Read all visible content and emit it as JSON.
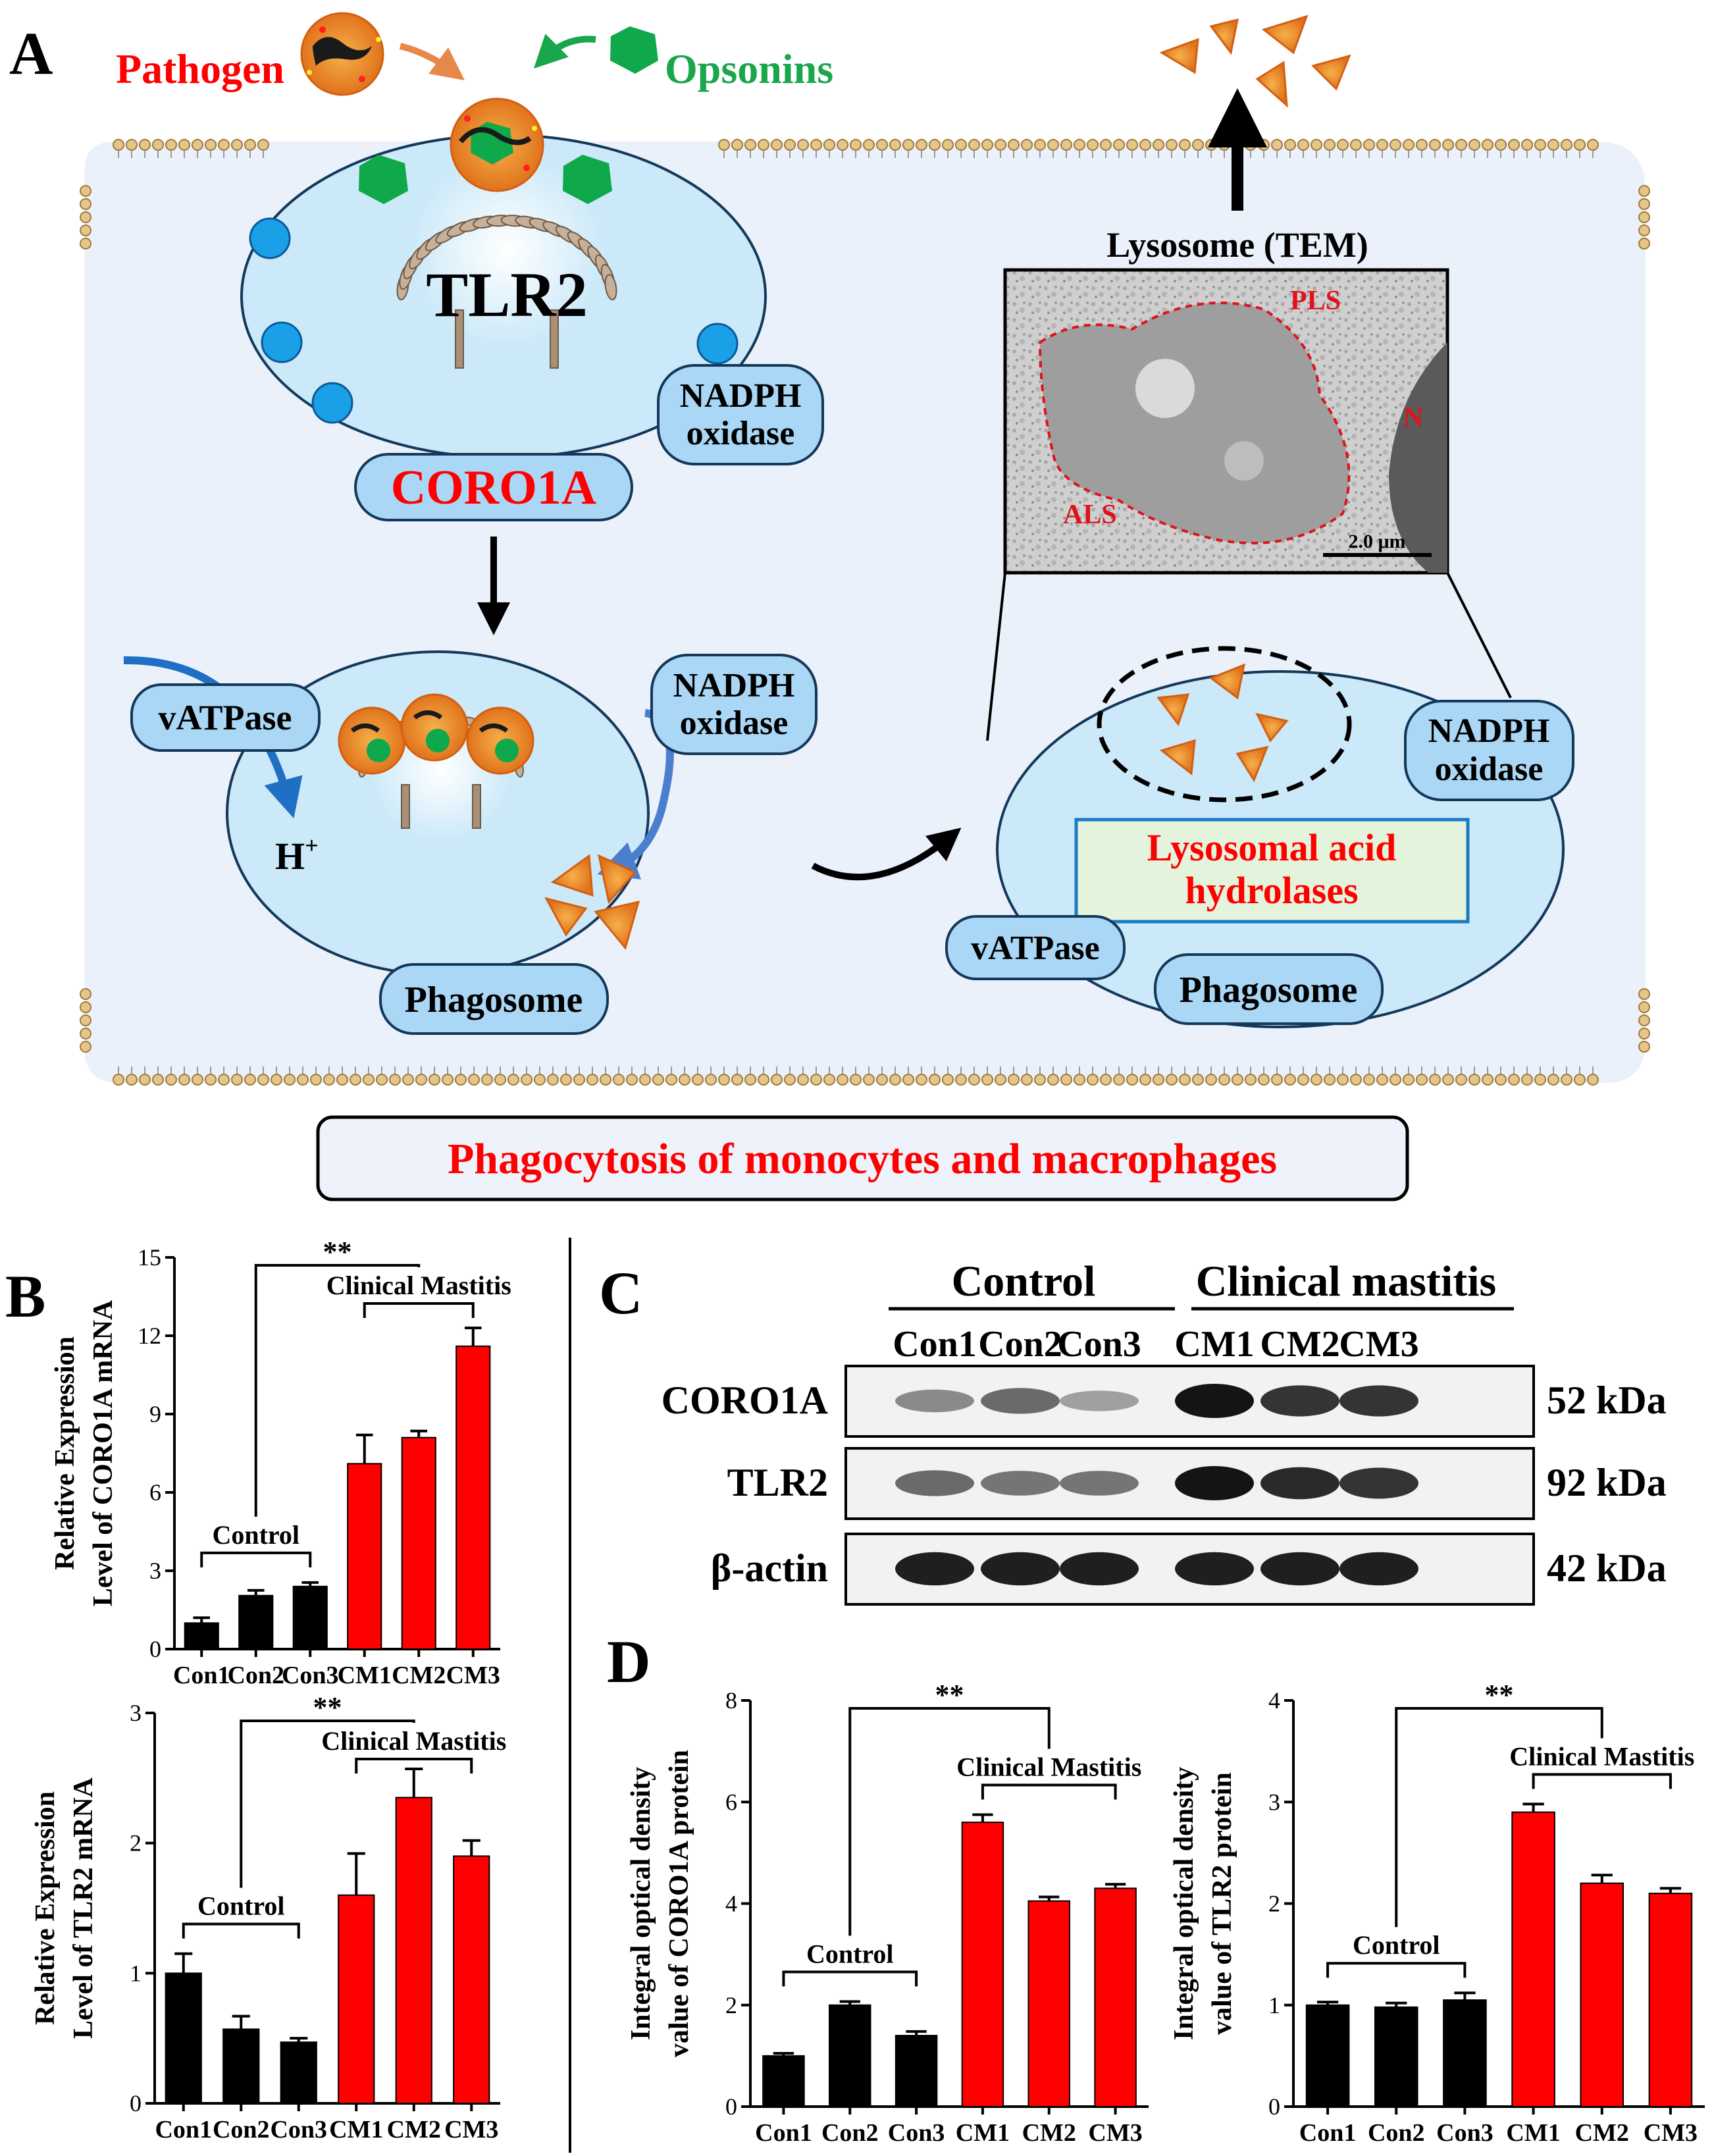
{
  "panelA": {
    "letter": "A",
    "pathogen": "Pathogen",
    "opsonins": "Opsonins",
    "tlr2": "TLR2",
    "nadph": [
      "NADPH",
      "oxidase"
    ],
    "coro1a": "CORO1A",
    "vatpase": "vATPase",
    "h_plus": "H",
    "h_sup": "+",
    "phagosome": "Phagosome",
    "lysosome_tem": "Lysosome (TEM)",
    "tem_labels": {
      "pls": "PLS",
      "n": "N",
      "als": "ALS",
      "scale": "2.0 μm"
    },
    "hydrolases": [
      "Lysosomal acid",
      "hydrolases"
    ],
    "banner": "Phagocytosis of monocytes and macrophages"
  },
  "panelB_letter": "B",
  "panelC": {
    "letter": "C",
    "group_control": "Control",
    "group_mastitis": "Clinical mastitis",
    "lanes": [
      "Con1",
      "Con2",
      "Con3",
      "CM1",
      "CM2",
      "CM3"
    ],
    "blots": [
      {
        "protein": "CORO1A",
        "size": "52 kDa",
        "intensity": [
          0.45,
          0.6,
          0.35,
          1.0,
          0.85,
          0.85
        ]
      },
      {
        "protein": "TLR2",
        "size": "92 kDa",
        "intensity": [
          0.6,
          0.55,
          0.55,
          1.0,
          0.9,
          0.85
        ]
      },
      {
        "protein": "β-actin",
        "size": "42 kDa",
        "intensity": [
          0.95,
          0.95,
          0.95,
          0.95,
          0.95,
          0.95
        ]
      }
    ]
  },
  "panelD_letter": "D",
  "chart_data": [
    {
      "id": "B-top",
      "type": "bar",
      "categories": [
        "Con1",
        "Con2",
        "Con3",
        "CM1",
        "CM2",
        "CM3"
      ],
      "values": [
        1.0,
        2.05,
        2.4,
        7.1,
        8.1,
        11.6
      ],
      "errors": [
        0.2,
        0.2,
        0.15,
        1.1,
        0.25,
        0.7
      ],
      "colors": [
        "#000000",
        "#000000",
        "#000000",
        "#ff0000",
        "#ff0000",
        "#ff0000"
      ],
      "ylabel": [
        "Relative Expression",
        "Level of CORO1A mRNA"
      ],
      "ylim": [
        0,
        15
      ],
      "yticks": [
        "0",
        "3",
        "6",
        "9",
        "12",
        "15"
      ],
      "group_control": "Control",
      "group_mastitis": "Clinical Mastitis",
      "significance": "**"
    },
    {
      "id": "B-bottom",
      "type": "bar",
      "categories": [
        "Con1",
        "Con2",
        "Con3",
        "CM1",
        "CM2",
        "CM3"
      ],
      "values": [
        1.0,
        0.57,
        0.47,
        1.6,
        2.35,
        1.9
      ],
      "errors": [
        0.15,
        0.1,
        0.03,
        0.32,
        0.22,
        0.12
      ],
      "colors": [
        "#000000",
        "#000000",
        "#000000",
        "#ff0000",
        "#ff0000",
        "#ff0000"
      ],
      "ylabel": [
        "Relative Expression",
        "Level of TLR2 mRNA"
      ],
      "ylim": [
        0,
        3
      ],
      "yticks": [
        "0",
        "1",
        "2",
        "3"
      ],
      "group_control": "Control",
      "group_mastitis": "Clinical Mastitis",
      "significance": "**"
    },
    {
      "id": "D-left",
      "type": "bar",
      "categories": [
        "Con1",
        "Con2",
        "Con3",
        "CM1",
        "CM2",
        "CM3"
      ],
      "values": [
        1.0,
        2.0,
        1.4,
        5.6,
        4.05,
        4.3
      ],
      "errors": [
        0.05,
        0.07,
        0.08,
        0.15,
        0.08,
        0.08
      ],
      "colors": [
        "#000000",
        "#000000",
        "#000000",
        "#ff0000",
        "#ff0000",
        "#ff0000"
      ],
      "ylabel": [
        "Integral optical density",
        "value of CORO1A protein"
      ],
      "ylim": [
        0,
        8
      ],
      "yticks": [
        "0",
        "2",
        "4",
        "6",
        "8"
      ],
      "group_control": "Control",
      "group_mastitis": "Clinical Mastitis",
      "significance": "**"
    },
    {
      "id": "D-right",
      "type": "bar",
      "categories": [
        "Con1",
        "Con2",
        "Con3",
        "CM1",
        "CM2",
        "CM3"
      ],
      "values": [
        1.0,
        0.98,
        1.05,
        2.9,
        2.2,
        2.1
      ],
      "errors": [
        0.03,
        0.04,
        0.07,
        0.08,
        0.08,
        0.05
      ],
      "colors": [
        "#000000",
        "#000000",
        "#000000",
        "#ff0000",
        "#ff0000",
        "#ff0000"
      ],
      "ylabel": [
        "Integral optical density",
        "value of TLR2 protein"
      ],
      "ylim": [
        0,
        4
      ],
      "yticks": [
        "0",
        "1",
        "2",
        "3",
        "4"
      ],
      "group_control": "Control",
      "group_mastitis": "Clinical Mastitis",
      "significance": "**"
    }
  ]
}
